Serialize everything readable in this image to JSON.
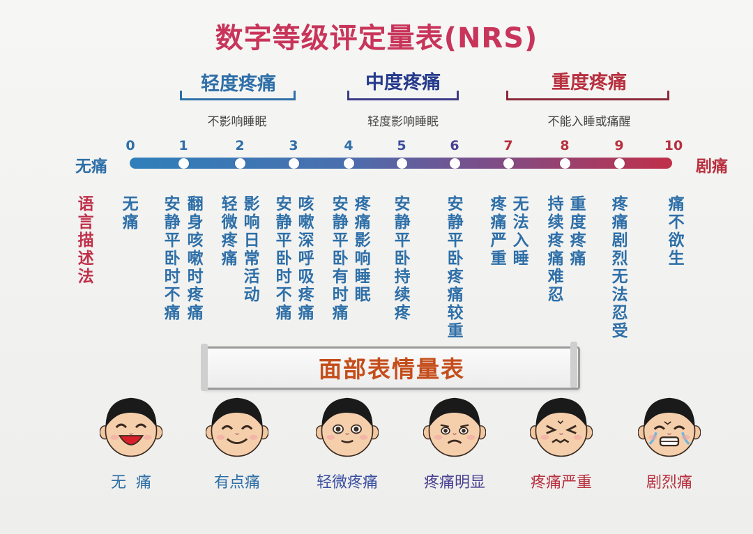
{
  "title": "数字等级评定量表(NRS)",
  "groups": [
    {
      "label": "轻度疼痛",
      "sub": "不影响睡眠",
      "color": "#2e6fa8"
    },
    {
      "label": "中度疼痛",
      "sub": "轻度影响睡眠",
      "color": "#253a8c"
    },
    {
      "label": "重度疼痛",
      "sub": "不能入睡或痛醒",
      "color": "#b8303f"
    }
  ],
  "scale": {
    "left_label": "无痛",
    "right_label": "剧痛",
    "ticks": [
      "0",
      "1",
      "2",
      "3",
      "4",
      "5",
      "6",
      "7",
      "8",
      "9",
      "10"
    ],
    "gradient": [
      "#2f7fba",
      "#6a5a9a",
      "#c0304a"
    ]
  },
  "verbal": {
    "heading": "语言描述法",
    "descriptions": [
      "无痛",
      "翻身咳嗽时疼痛",
      "安静平卧时不痛",
      "影响日常活动",
      "轻微疼痛",
      "咳嗽深呼吸疼痛",
      "安静平卧时不痛",
      "疼痛影响睡眠",
      "安静平卧有时痛",
      "安静平卧持续疼",
      "安静平卧疼痛较重",
      "无法入睡",
      "疼痛严重",
      "重度疼痛",
      "持续疼痛难忍",
      "疼痛剧烈无法忍受",
      "痛不欲生"
    ]
  },
  "face_scale": {
    "title": "面部表情量表",
    "faces": [
      {
        "label": "无  痛",
        "icon": "laughing-face-icon"
      },
      {
        "label": "有点痛",
        "icon": "smiling-face-icon"
      },
      {
        "label": "轻微疼痛",
        "icon": "neutral-face-icon"
      },
      {
        "label": "疼痛明显",
        "icon": "frowning-face-icon"
      },
      {
        "label": "疼痛严重",
        "icon": "grimacing-face-icon"
      },
      {
        "label": "剧烈痛",
        "icon": "crying-face-icon"
      }
    ],
    "label_colors": [
      "#2e6fa8",
      "#2e6fa8",
      "#3a4ea0",
      "#4a4092",
      "#b8303f",
      "#b8303f"
    ]
  }
}
